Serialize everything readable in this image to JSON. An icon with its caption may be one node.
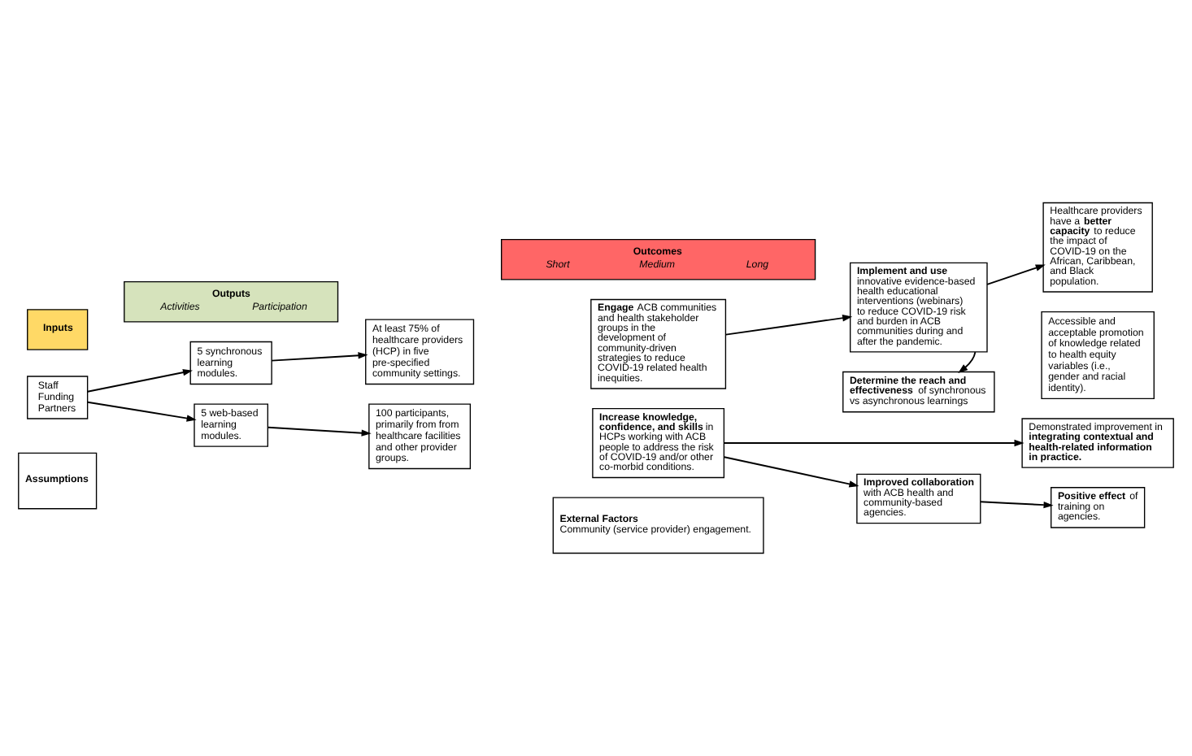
{
  "diagram": {
    "nodes": [
      {
        "text": [
          "Inputs"
        ]
      },
      {
        "text": [
          "Outputs",
          "Activities",
          "Participation"
        ]
      },
      {
        "text": [
          "Outcomes",
          "Short",
          "Medium",
          "Long"
        ]
      },
      {
        "text": [
          "Staff",
          "Funding",
          "Partners"
        ]
      },
      {
        "text": [
          "5 synchronous learning modules."
        ]
      },
      {
        "text": [
          "At least 75% of healthcare providers (HCP) in five pre-specified community settings."
        ]
      },
      {
        "text": [
          "5 web-based learning modules."
        ]
      },
      {
        "text": [
          "100 participants, primarily from from healthcare facilities and other provider groups."
        ]
      },
      {
        "text": [
          "**Engage** ACB communities and health stakeholder groups in the development of community-driven strategies to reduce COVID-19 related health inequities."
        ]
      },
      {
        "text": [
          "**Implement and use** innovative evidence-based health educational interventions (webinars) to reduce COVID-19 risk and burden in ACB communities during and after the pandemic."
        ]
      },
      {
        "text": [
          "Healthcare providers have a **better capacity** to reduce the impact of COVID-19 on the African, Caribbean, and Black population."
        ]
      },
      {
        "text": [
          "Accessible and acceptable promotion of knowledge related to health equity variables (i.e., gender and racial identity)."
        ]
      },
      {
        "text": [
          "**Determine the reach and effectiveness** of synchronous vs asynchronous learnings"
        ]
      },
      {
        "text": [
          "Demonstrated improvement in **integrating contextual and health-related information in practice.**"
        ]
      },
      {
        "text": [
          "**Increase knowledge, confidence, and skills** in HCPs working with ACB people to address the risk of COVID-19 and/or other co-morbid conditions."
        ]
      },
      {
        "text": [
          "**Improved collaboration** with ACB health and community-based agencies."
        ]
      },
      {
        "text": [
          "**Positive effect** of training on agencies."
        ]
      },
      {
        "text": [
          "Assumptions"
        ]
      },
      {
        "text": [
          "External Factors",
          "Community (service provider) engagement."
        ]
      }
    ],
    "edges": [
      {
        "from": 3,
        "to": 4,
        "arrow": "to"
      },
      {
        "from": 3,
        "to": 6,
        "arrow": "to"
      },
      {
        "from": 4,
        "to": 5,
        "arrow": "to"
      },
      {
        "from": 6,
        "to": 7,
        "arrow": "to"
      },
      {
        "from": 8,
        "to": 9,
        "arrow": "to"
      },
      {
        "from": 9,
        "to": 10,
        "arrow": "to"
      },
      {
        "from": 9,
        "to": 12,
        "arrow": "to"
      },
      {
        "from": 14,
        "to": 13,
        "arrow": "to"
      },
      {
        "from": 14,
        "to": 15,
        "arrow": "to"
      },
      {
        "from": 15,
        "to": 16,
        "arrow": "to"
      }
    ]
  }
}
